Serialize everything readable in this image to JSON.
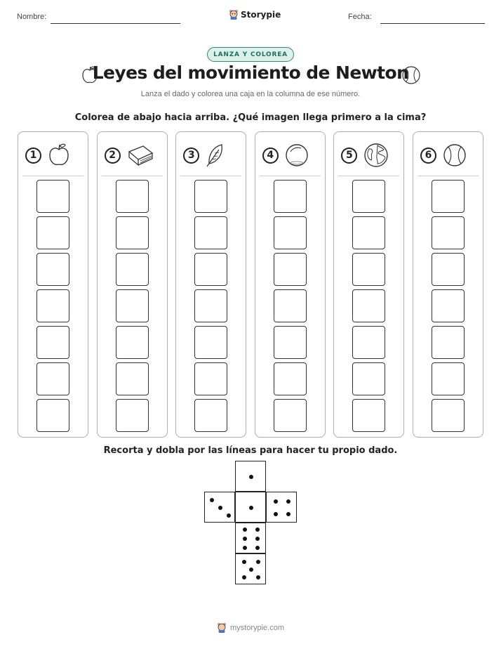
{
  "header": {
    "name_label": "Nombre:",
    "date_label": "Fecha:",
    "brand": "Storypie"
  },
  "tag": "LANZA Y COLOREA",
  "title": "Leyes del movimiento de Newton",
  "subtitle": "Lanza el dado y colorea una caja en la columna de ese número.",
  "instruction_top": "Colorea de abajo hacia arriba. ¿Qué imagen llega primero a la cima?",
  "columns": [
    {
      "number": "1",
      "icon": "apple-icon"
    },
    {
      "number": "2",
      "icon": "book-icon"
    },
    {
      "number": "3",
      "icon": "feather-icon"
    },
    {
      "number": "4",
      "icon": "marble-icon"
    },
    {
      "number": "5",
      "icon": "globe-icon"
    },
    {
      "number": "6",
      "icon": "baseball-icon"
    }
  ],
  "boxes_per_column": 7,
  "instruction_bottom": "Recorta y dobla por las líneas para hacer tu propio dado.",
  "dice_faces": [
    1,
    3,
    1,
    4,
    6,
    5
  ],
  "footer": "mystorypie.com"
}
